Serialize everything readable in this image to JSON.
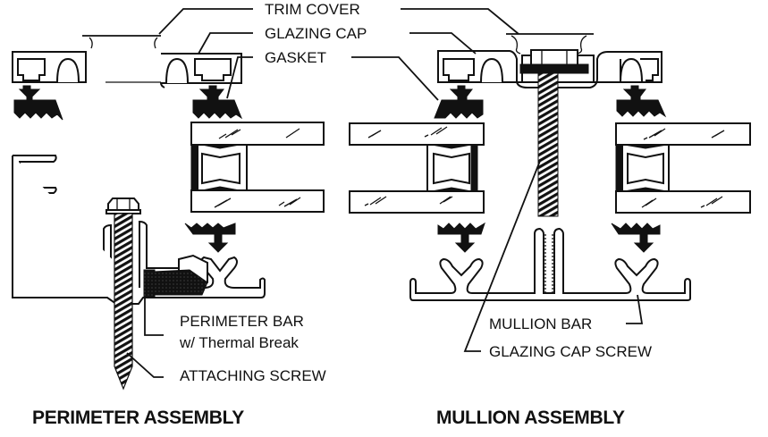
{
  "labels": {
    "trim_cover": "TRIM COVER",
    "glazing_cap": "GLAZING CAP",
    "gasket": "GASKET",
    "perimeter_bar_line1": "PERIMETER BAR",
    "perimeter_bar_line2": "w/ Thermal Break",
    "attaching_screw": "ATTACHING SCREW",
    "mullion_bar": "MULLION BAR",
    "glazing_cap_screw": "GLAZING CAP SCREW"
  },
  "titles": {
    "perimeter": "PERIMETER ASSEMBLY",
    "mullion": "MULLION ASSEMBLY"
  }
}
